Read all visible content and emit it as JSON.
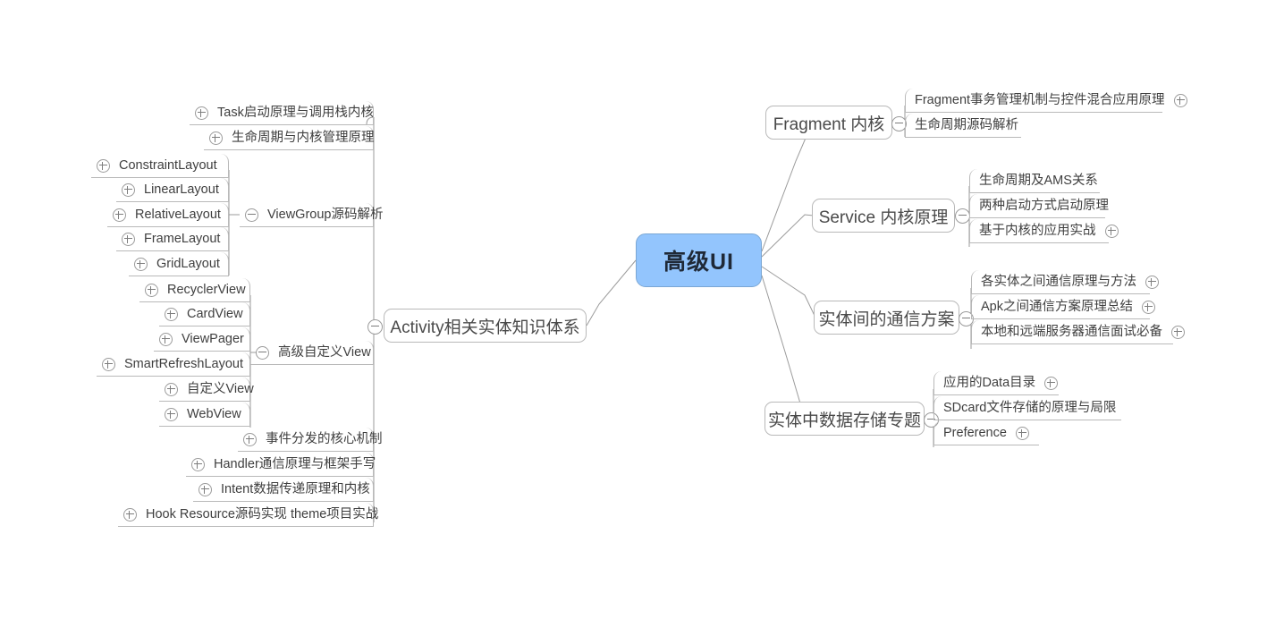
{
  "document": {
    "type": "mind-map",
    "title": "高级UI",
    "background": "#ffffff"
  },
  "colors": {
    "root_fill": "#93c5fd",
    "root_border": "#7ba7d4",
    "node_border": "#b9b9b9",
    "text": "#3f3f3f",
    "edge": "#9b9b9b"
  },
  "icons": {
    "expand": "circle-plus-icon",
    "collapse": "circle-minus-icon",
    "hub": "circle-minus-hub-icon"
  },
  "root": {
    "label": "高级UI"
  },
  "branches": {
    "left": [
      {
        "id": "activity",
        "label": "Activity相关实体知识体系",
        "state": "collapse",
        "children": [
          {
            "label": "Task启动原理与调用栈内核",
            "state": "expand"
          },
          {
            "label": "生命周期与内核管理原理",
            "state": "expand"
          },
          {
            "label": "ViewGroup源码解析",
            "state": "collapse",
            "children": [
              {
                "label": "ConstraintLayout",
                "state": "expand"
              },
              {
                "label": "LinearLayout",
                "state": "expand"
              },
              {
                "label": "RelativeLayout",
                "state": "expand"
              },
              {
                "label": "FrameLayout",
                "state": "expand"
              },
              {
                "label": "GridLayout",
                "state": "expand"
              }
            ]
          },
          {
            "label": "高级自定义View",
            "state": "collapse",
            "children": [
              {
                "label": "RecyclerView",
                "state": "expand"
              },
              {
                "label": "CardView",
                "state": "expand"
              },
              {
                "label": "ViewPager",
                "state": "expand"
              },
              {
                "label": "SmartRefreshLayout",
                "state": "expand"
              },
              {
                "label": "自定义View",
                "state": "expand"
              },
              {
                "label": "WebView",
                "state": "expand"
              }
            ]
          },
          {
            "label": "事件分发的核心机制",
            "state": "expand"
          },
          {
            "label": "Handler通信原理与框架手写",
            "state": "expand"
          },
          {
            "label": "Intent数据传递原理和内核",
            "state": "expand"
          },
          {
            "label": "Hook Resource源码实现 theme项目实战",
            "state": "expand"
          }
        ]
      }
    ],
    "right": [
      {
        "id": "fragment",
        "label": "Fragment 内核",
        "state": "collapse",
        "children": [
          {
            "label": "Fragment事务管理机制与控件混合应用原理",
            "state": "expand"
          },
          {
            "label": "生命周期源码解析",
            "state": "none"
          }
        ]
      },
      {
        "id": "service",
        "label": "Service 内核原理",
        "state": "collapse",
        "children": [
          {
            "label": "生命周期及AMS关系",
            "state": "none"
          },
          {
            "label": "两种启动方式启动原理",
            "state": "none"
          },
          {
            "label": "基于内核的应用实战",
            "state": "expand"
          }
        ]
      },
      {
        "id": "ipc",
        "label": "实体间的通信方案",
        "state": "collapse",
        "children": [
          {
            "label": "各实体之间通信原理与方法",
            "state": "expand"
          },
          {
            "label": "Apk之间通信方案原理总结",
            "state": "expand"
          },
          {
            "label": "本地和远端服务器通信面试必备",
            "state": "expand"
          }
        ]
      },
      {
        "id": "storage",
        "label": "实体中数据存储专题",
        "state": "collapse",
        "children": [
          {
            "label": "应用的Data目录",
            "state": "expand"
          },
          {
            "label": "SDcard文件存储的原理与局限",
            "state": "none"
          },
          {
            "label": "Preference",
            "state": "expand"
          }
        ]
      }
    ]
  }
}
